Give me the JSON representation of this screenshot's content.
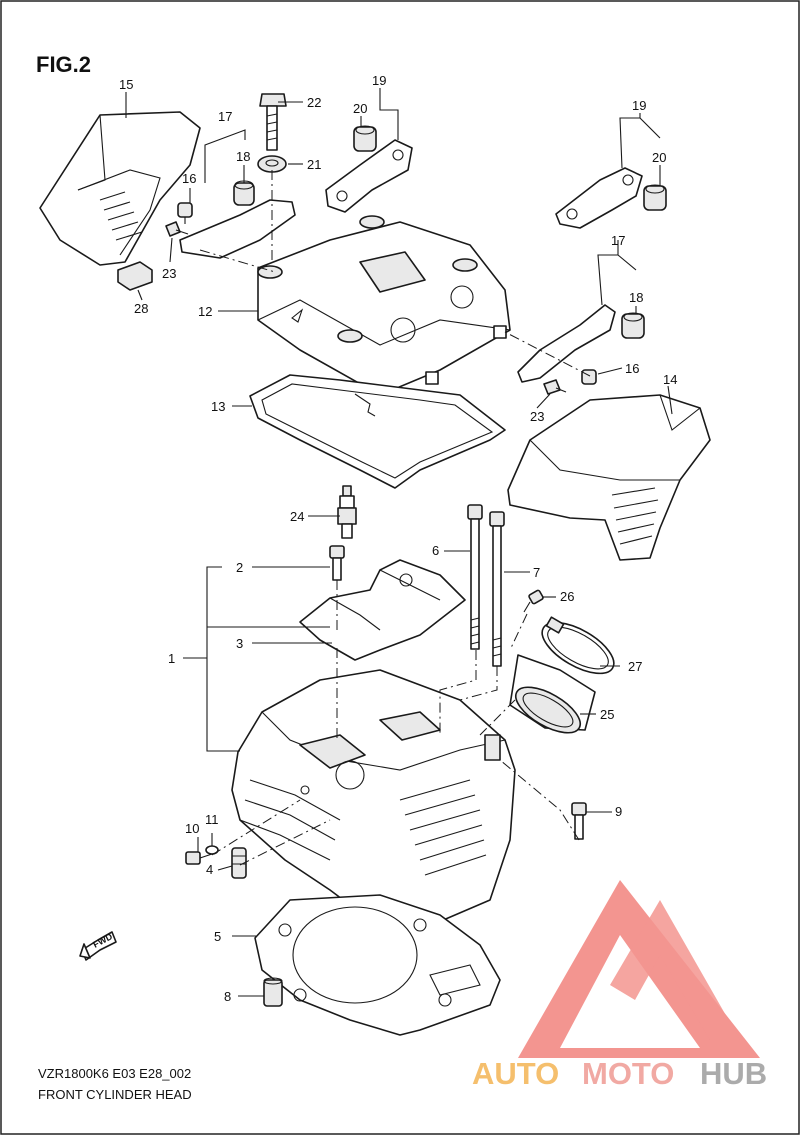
{
  "figure": {
    "title": "FIG.2"
  },
  "caption": {
    "code": "VZR1800K6 E03 E28_002",
    "name": "FRONT CYLINDER HEAD"
  },
  "fwd_label": "FWD",
  "watermark": {
    "part1": "AUTO",
    "part2": "MOTO",
    "part3": "HUB",
    "color_auto": "#f5b95e",
    "color_moto": "#f0a09a",
    "color_hub": "#a2a2a2",
    "triangle_color": "#f28a84"
  },
  "callouts": {
    "c1": "1",
    "c2": "2",
    "c3": "3",
    "c4": "4",
    "c5": "5",
    "c6": "6",
    "c7": "7",
    "c8": "8",
    "c9": "9",
    "c10": "10",
    "c11": "11",
    "c12": "12",
    "c13": "13",
    "c14": "14",
    "c15": "15",
    "c16a": "16",
    "c16b": "16",
    "c17a": "17",
    "c17b": "17",
    "c18a": "18",
    "c18b": "18",
    "c19a": "19",
    "c19b": "19",
    "c20a": "20",
    "c20b": "20",
    "c21": "21",
    "c22": "22",
    "c23a": "23",
    "c23b": "23",
    "c24": "24",
    "c25": "25",
    "c26": "26",
    "c27": "27",
    "c28": "28"
  }
}
